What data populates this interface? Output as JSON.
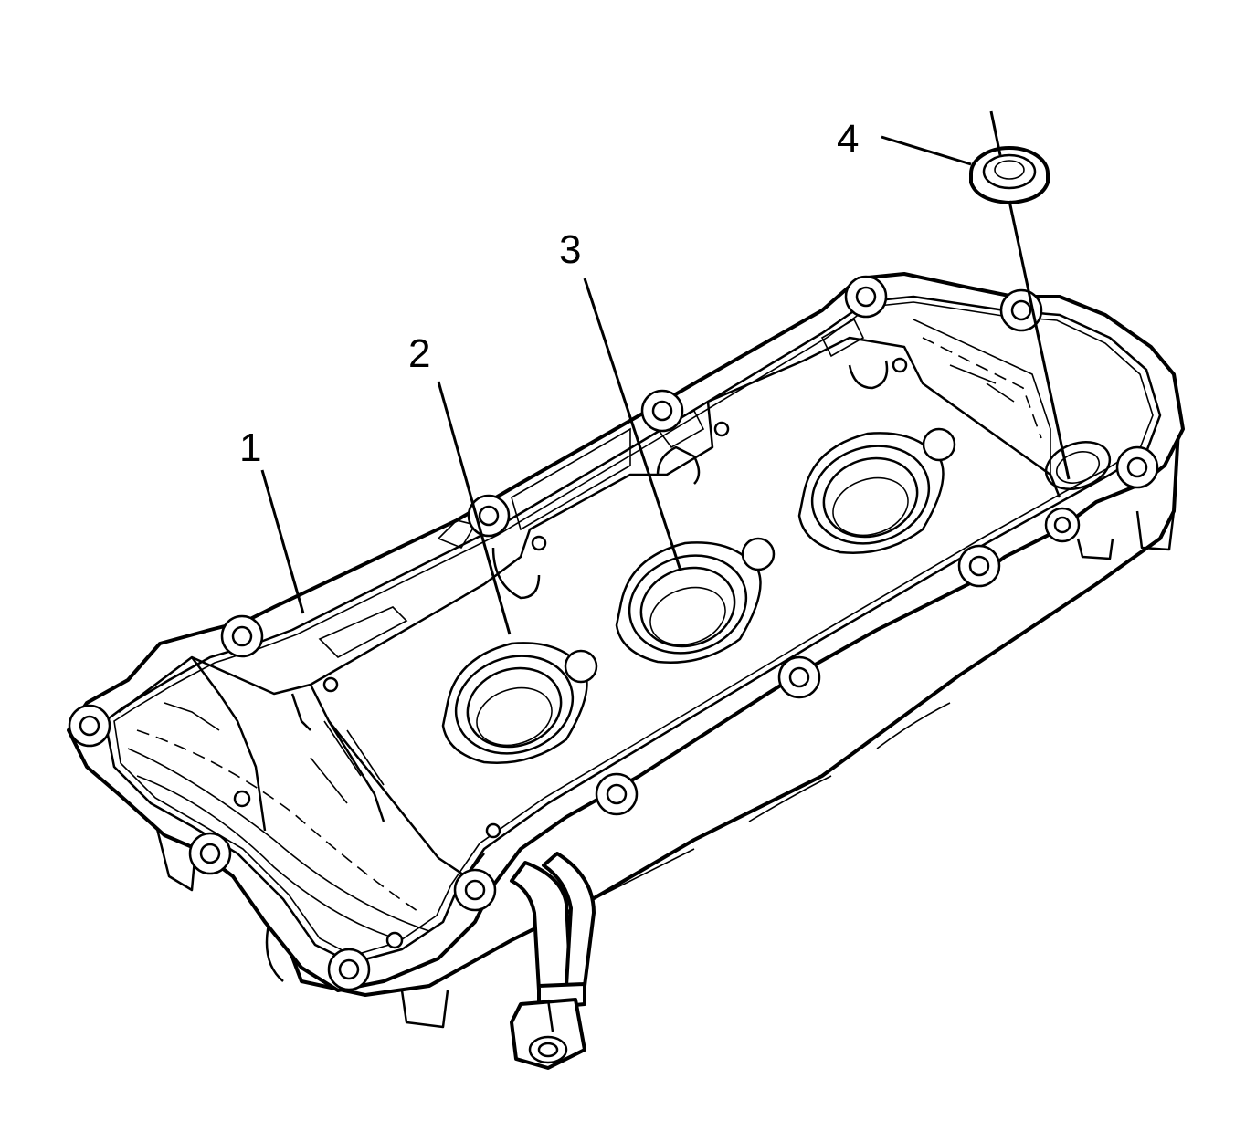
{
  "callouts": [
    {
      "id": 1,
      "label": "1"
    },
    {
      "id": 2,
      "label": "2"
    },
    {
      "id": 3,
      "label": "3"
    },
    {
      "id": 4,
      "label": "4"
    }
  ],
  "colors": {
    "line": "#000000",
    "background": "#ffffff"
  }
}
